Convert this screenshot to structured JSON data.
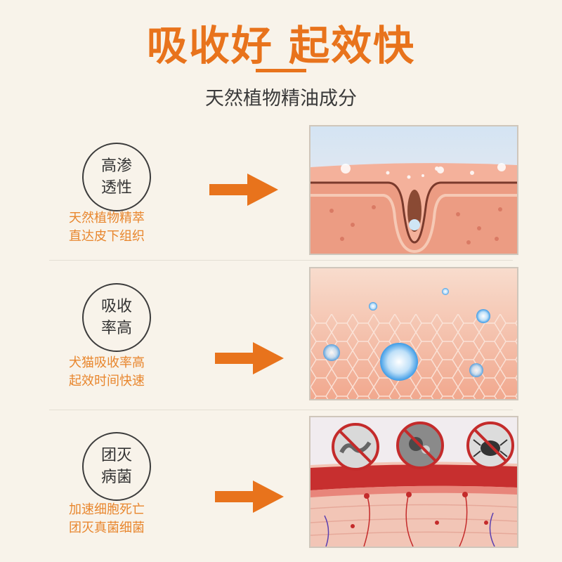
{
  "header": {
    "title": "吸收好 起效快",
    "subtitle": "天然植物精油成分"
  },
  "features": [
    {
      "badge_line1": "高渗",
      "badge_line2": "透性",
      "desc_line1": "天然植物精萃",
      "desc_line2": "直达皮下组织"
    },
    {
      "badge_line1": "吸收",
      "badge_line2": "率高",
      "desc_line1": "犬猫吸收率高",
      "desc_line2": "起效时间快速"
    },
    {
      "badge_line1": "团灭",
      "badge_line2": "病菌",
      "desc_line1": "加速细胞死亡",
      "desc_line2": "团灭真菌细菌"
    }
  ],
  "colors": {
    "accent": "#e8731c",
    "text_dark": "#333333",
    "background": "#f8f3ea",
    "skin": "#f2a58a"
  },
  "icons": [
    "right-arrow-icon",
    "no-bacteria-icon",
    "no-fungus-icon",
    "no-mite-icon"
  ]
}
